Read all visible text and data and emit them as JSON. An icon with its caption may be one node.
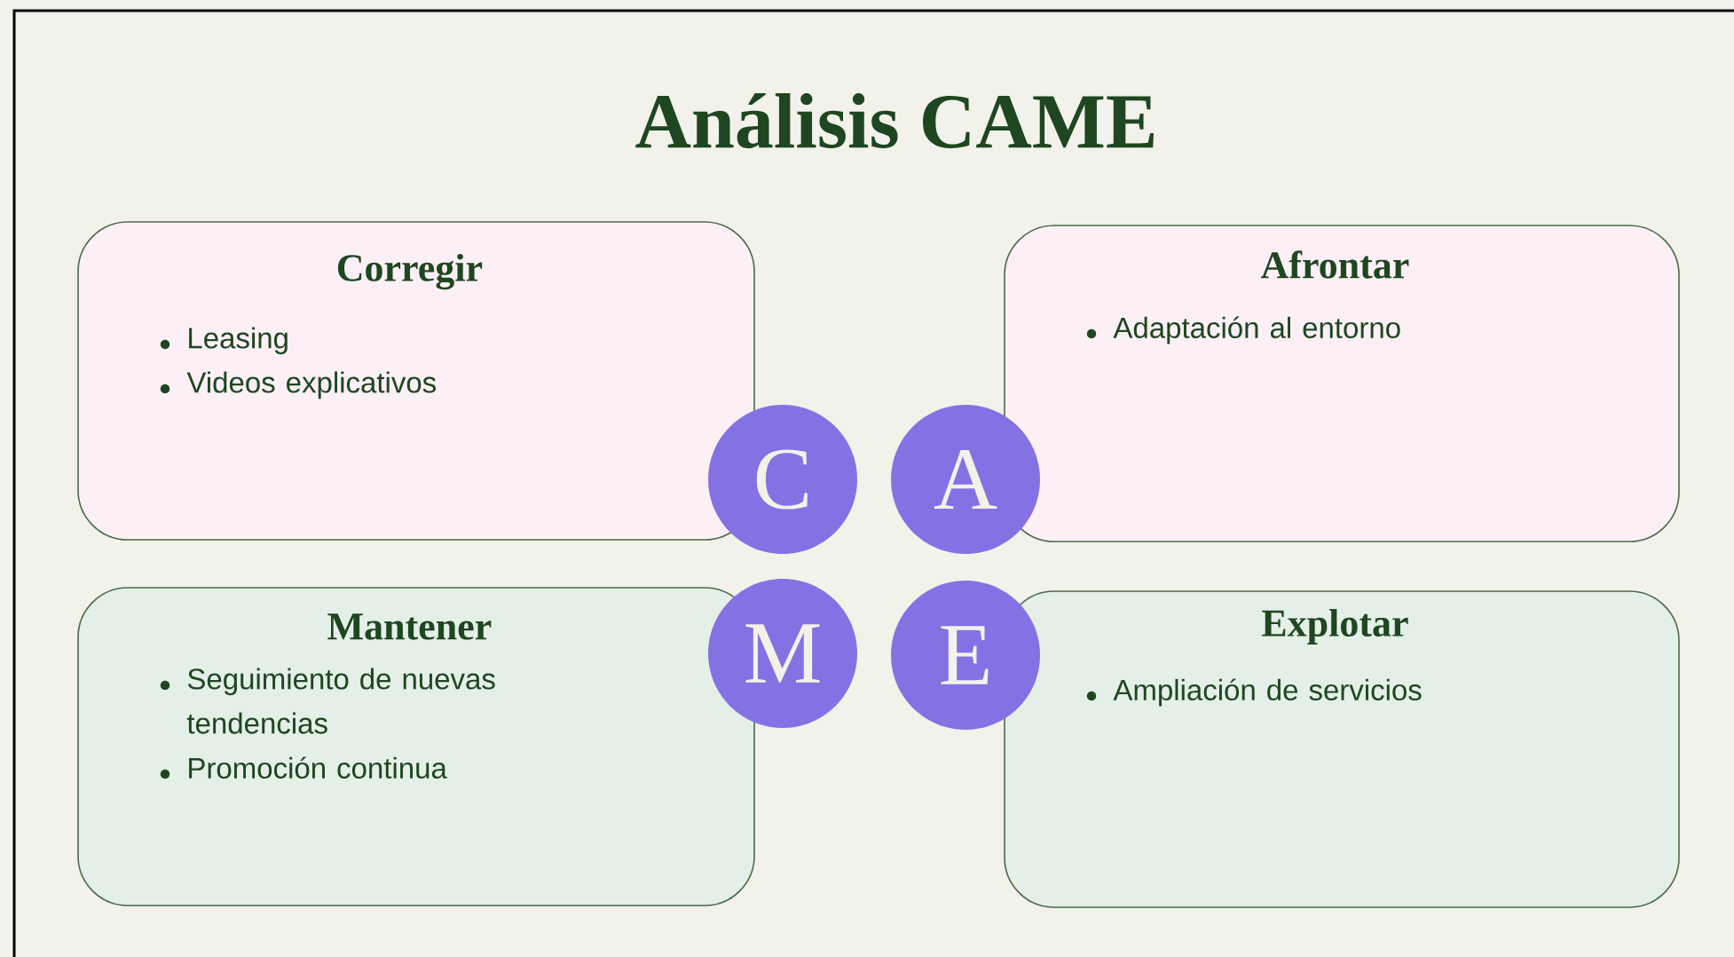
{
  "diagram": {
    "title": "Análisis CAME",
    "nodes": [
      {
        "text": [
          "Corregir",
          "Leasing",
          "Videos explicativos"
        ]
      },
      {
        "text": [
          "Afrontar",
          "Adaptación al entorno"
        ]
      },
      {
        "text": [
          "Mantener",
          "Seguimiento de nuevas tendencias",
          "Promoción continua"
        ]
      },
      {
        "text": [
          "Explotar",
          "Ampliación de servicios"
        ]
      },
      {
        "text": [
          "C"
        ]
      },
      {
        "text": [
          "A"
        ]
      },
      {
        "text": [
          "M"
        ]
      },
      {
        "text": [
          "E"
        ]
      }
    ]
  }
}
